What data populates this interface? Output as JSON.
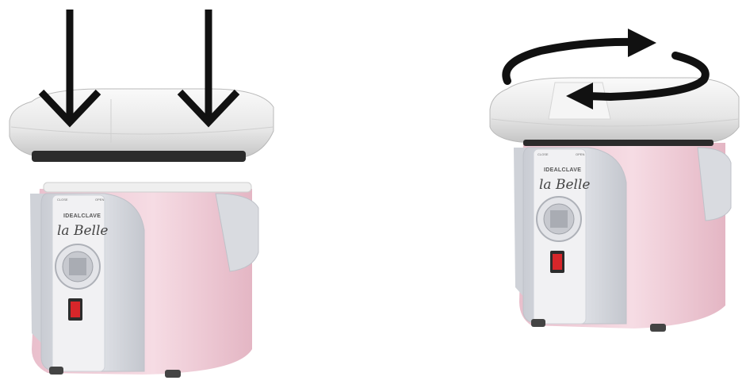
{
  "product": {
    "brand_line": "IDEALCLAVE",
    "model_name": "la Belle",
    "close_label": "CLOSE",
    "open_label": "OPEN"
  },
  "steps": [
    {
      "instruction_icon": "press-down-arrows-icon"
    },
    {
      "instruction_icon": "rotate-lid-icon"
    }
  ],
  "colors": {
    "body_pink": "#f2cfd9",
    "lid_white": "#ededed",
    "panel_gray": "#d6d8de",
    "switch_red": "#d7262a",
    "arrow_black": "#111111"
  }
}
